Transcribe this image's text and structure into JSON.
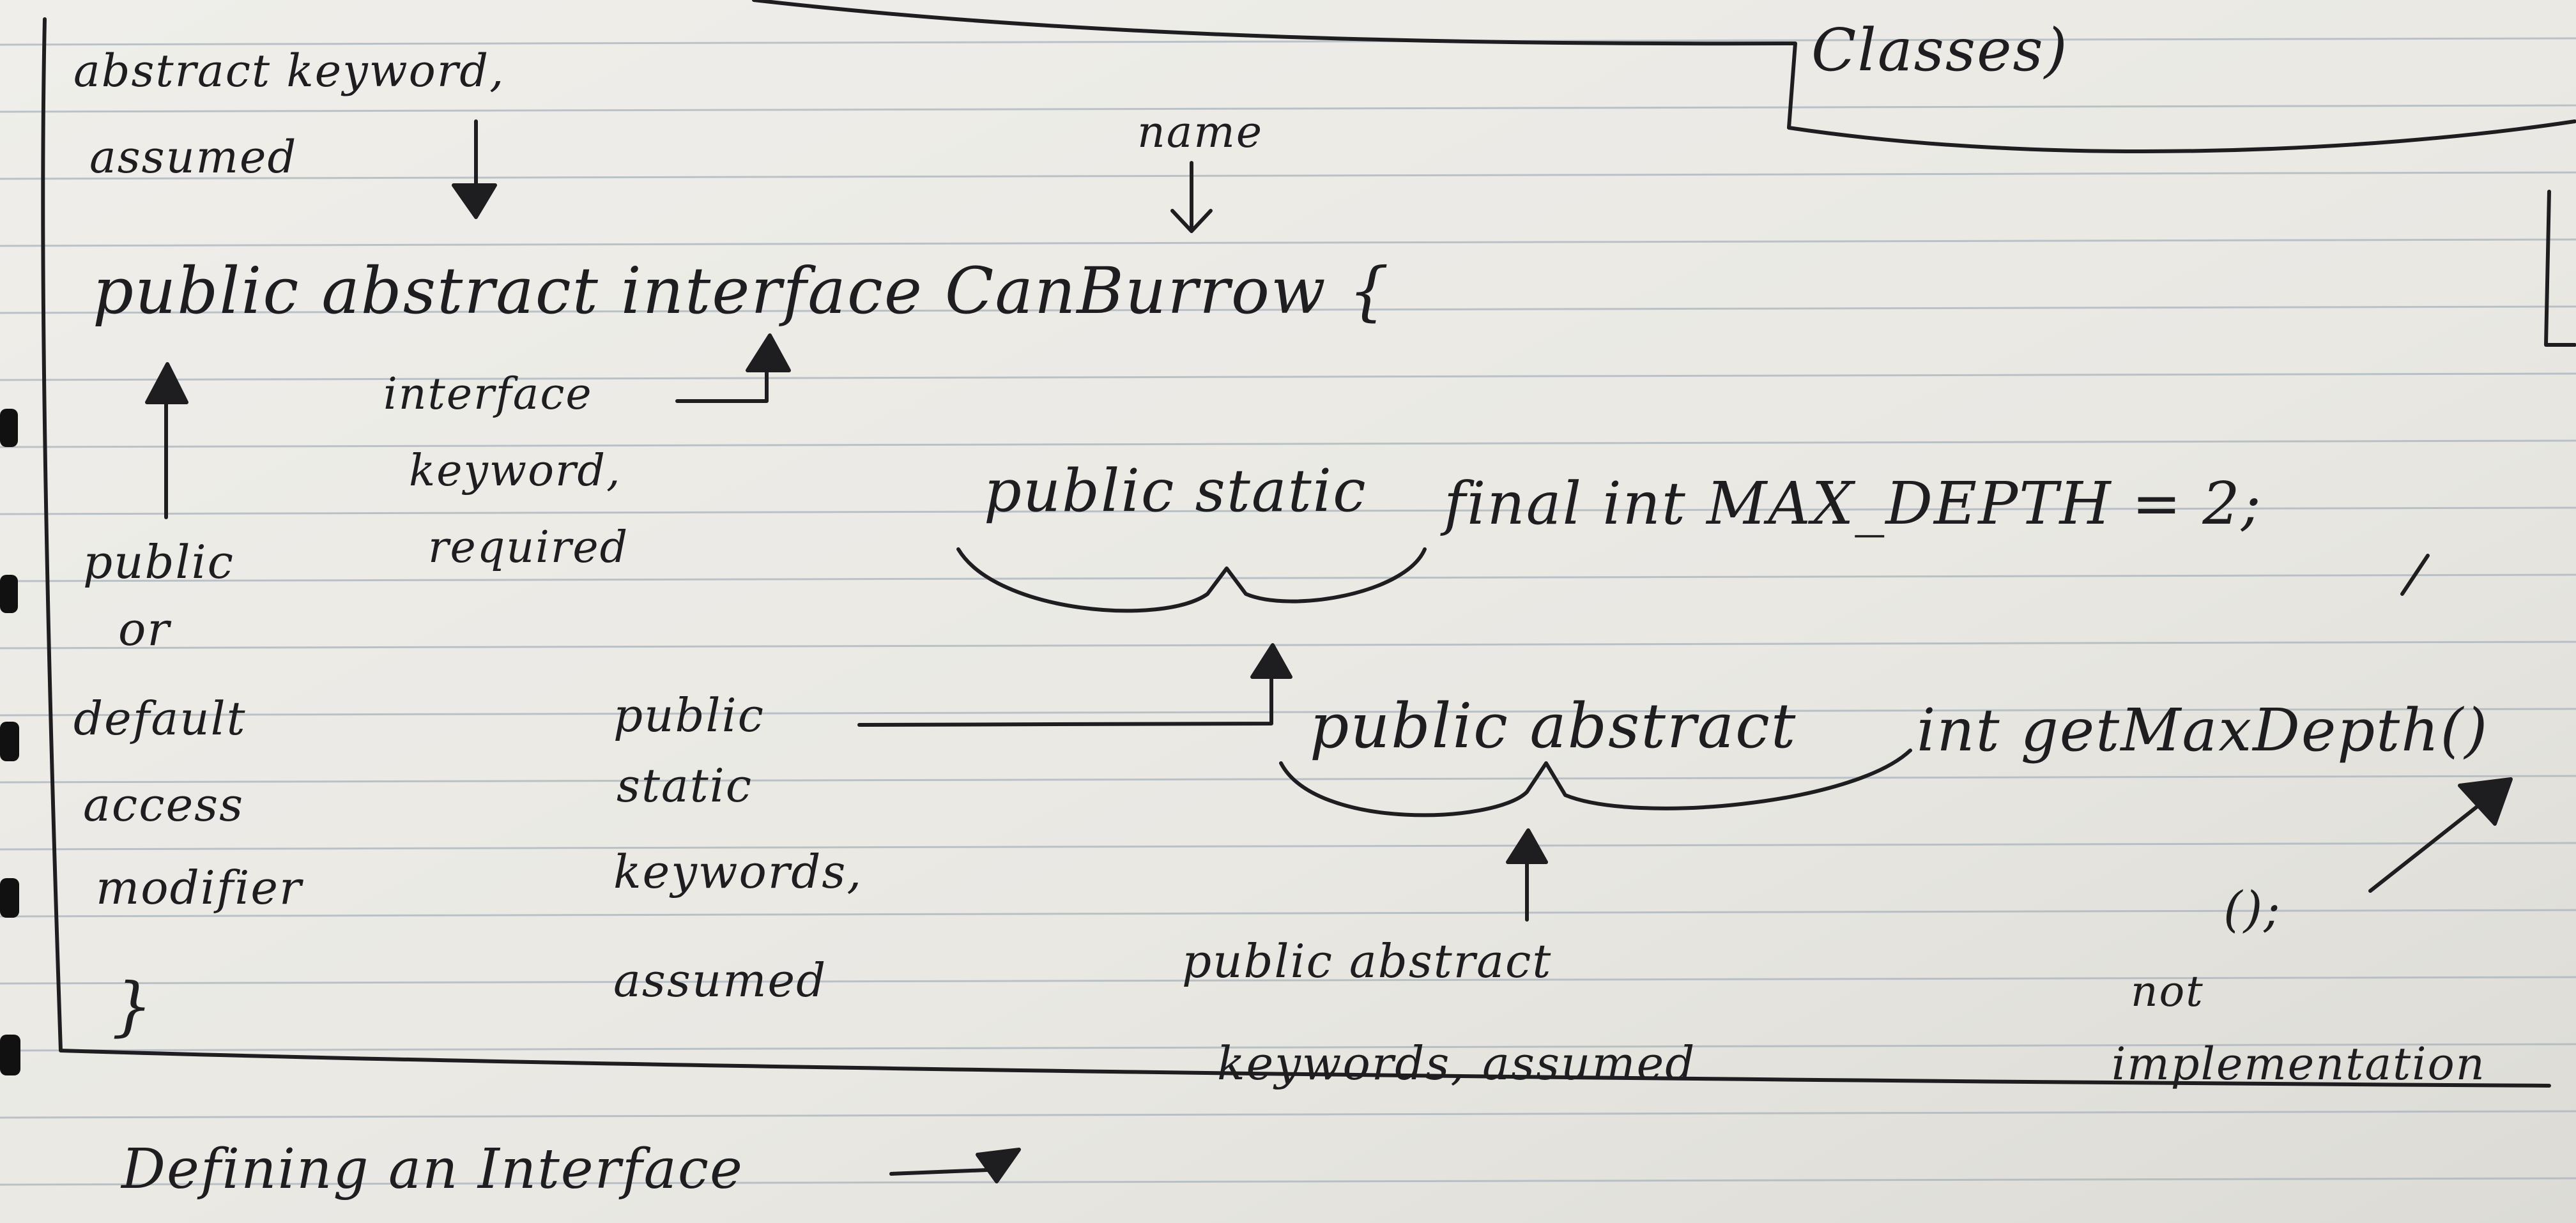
{
  "photo": {
    "subject": "notebook-page",
    "paper_color": "#ecebe6",
    "line_color": "#a9b4bd",
    "ink_color": "#1e1e20"
  },
  "notes": {
    "top_label_classes": "Classes)",
    "abstract_note_line1": "abstract keyword,",
    "abstract_note_line2": "assumed",
    "name_note": "name",
    "declaration": "public abstract interface CanBurrow {",
    "interface_note_line1": "interface",
    "interface_note_line2": "keyword,",
    "interface_note_line3": "required",
    "access_note_line1": "public",
    "access_note_line2": "or",
    "access_note_line3": "default",
    "access_note_line4": "access",
    "access_note_line5": "modifier",
    "constant_prefix": "public static",
    "constant_rest": "final int MAX_DEPTH = 2;",
    "static_note_line1": "public",
    "static_note_line2": "static",
    "static_note_line3": "keywords,",
    "static_note_line4": "assumed",
    "method_prefix": "public abstract",
    "method_rest": "int getMaxDepth()",
    "abstract_method_note_line1": "public abstract",
    "abstract_method_note_line2": "keywords, assumed",
    "no_impl_code": "();",
    "no_impl_line1": "not",
    "no_impl_line2": "implementation",
    "closing_brace": "}",
    "bottom_title": "Defining an Interface"
  }
}
